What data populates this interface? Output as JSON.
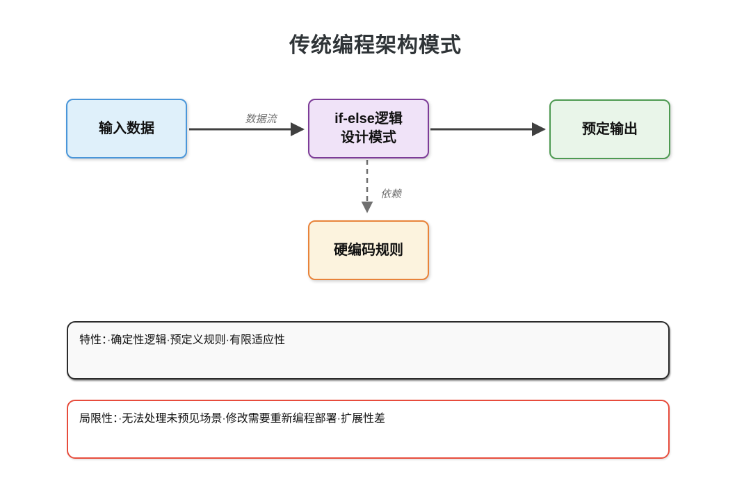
{
  "title": "传统编程架构模式",
  "diagram": {
    "nodes": [
      {
        "id": "input",
        "label": "输入数据",
        "fill": "#DFF0FA",
        "border": "#4A96D9"
      },
      {
        "id": "logic",
        "label": "if-else逻辑",
        "label2": "设计模式",
        "fill": "#F0E3F8",
        "border": "#7D3C98"
      },
      {
        "id": "output",
        "label": "预定输出",
        "fill": "#E9F5E9",
        "border": "#4E9A52"
      },
      {
        "id": "rules",
        "label": "硬编码规则",
        "fill": "#FCF3DE",
        "border": "#E8833A"
      }
    ],
    "edges": [
      {
        "from": "input",
        "to": "logic",
        "label": "数据流",
        "style": "solid"
      },
      {
        "from": "logic",
        "to": "output",
        "label": "",
        "style": "solid"
      },
      {
        "from": "logic",
        "to": "rules",
        "label": "依赖",
        "style": "dashed"
      }
    ]
  },
  "notes": [
    {
      "id": "features",
      "text": "特性：·确定性逻辑·预定义规则·有限适应性",
      "border_color": "#2B2B2B",
      "fill": "#F9F9F9"
    },
    {
      "id": "limitations",
      "text": "局限性：·无法处理未预见场景·修改需要重新编程部署·扩展性差",
      "border_color": "#E74C3C",
      "fill": "#FFFFFF"
    }
  ],
  "colors": {
    "background": "#FFFFFF",
    "arrow": "#404040",
    "dashed_arrow": "#707070",
    "edge_label_text": "#707070",
    "node_text": "#111111",
    "title_text": "#2F3437"
  }
}
